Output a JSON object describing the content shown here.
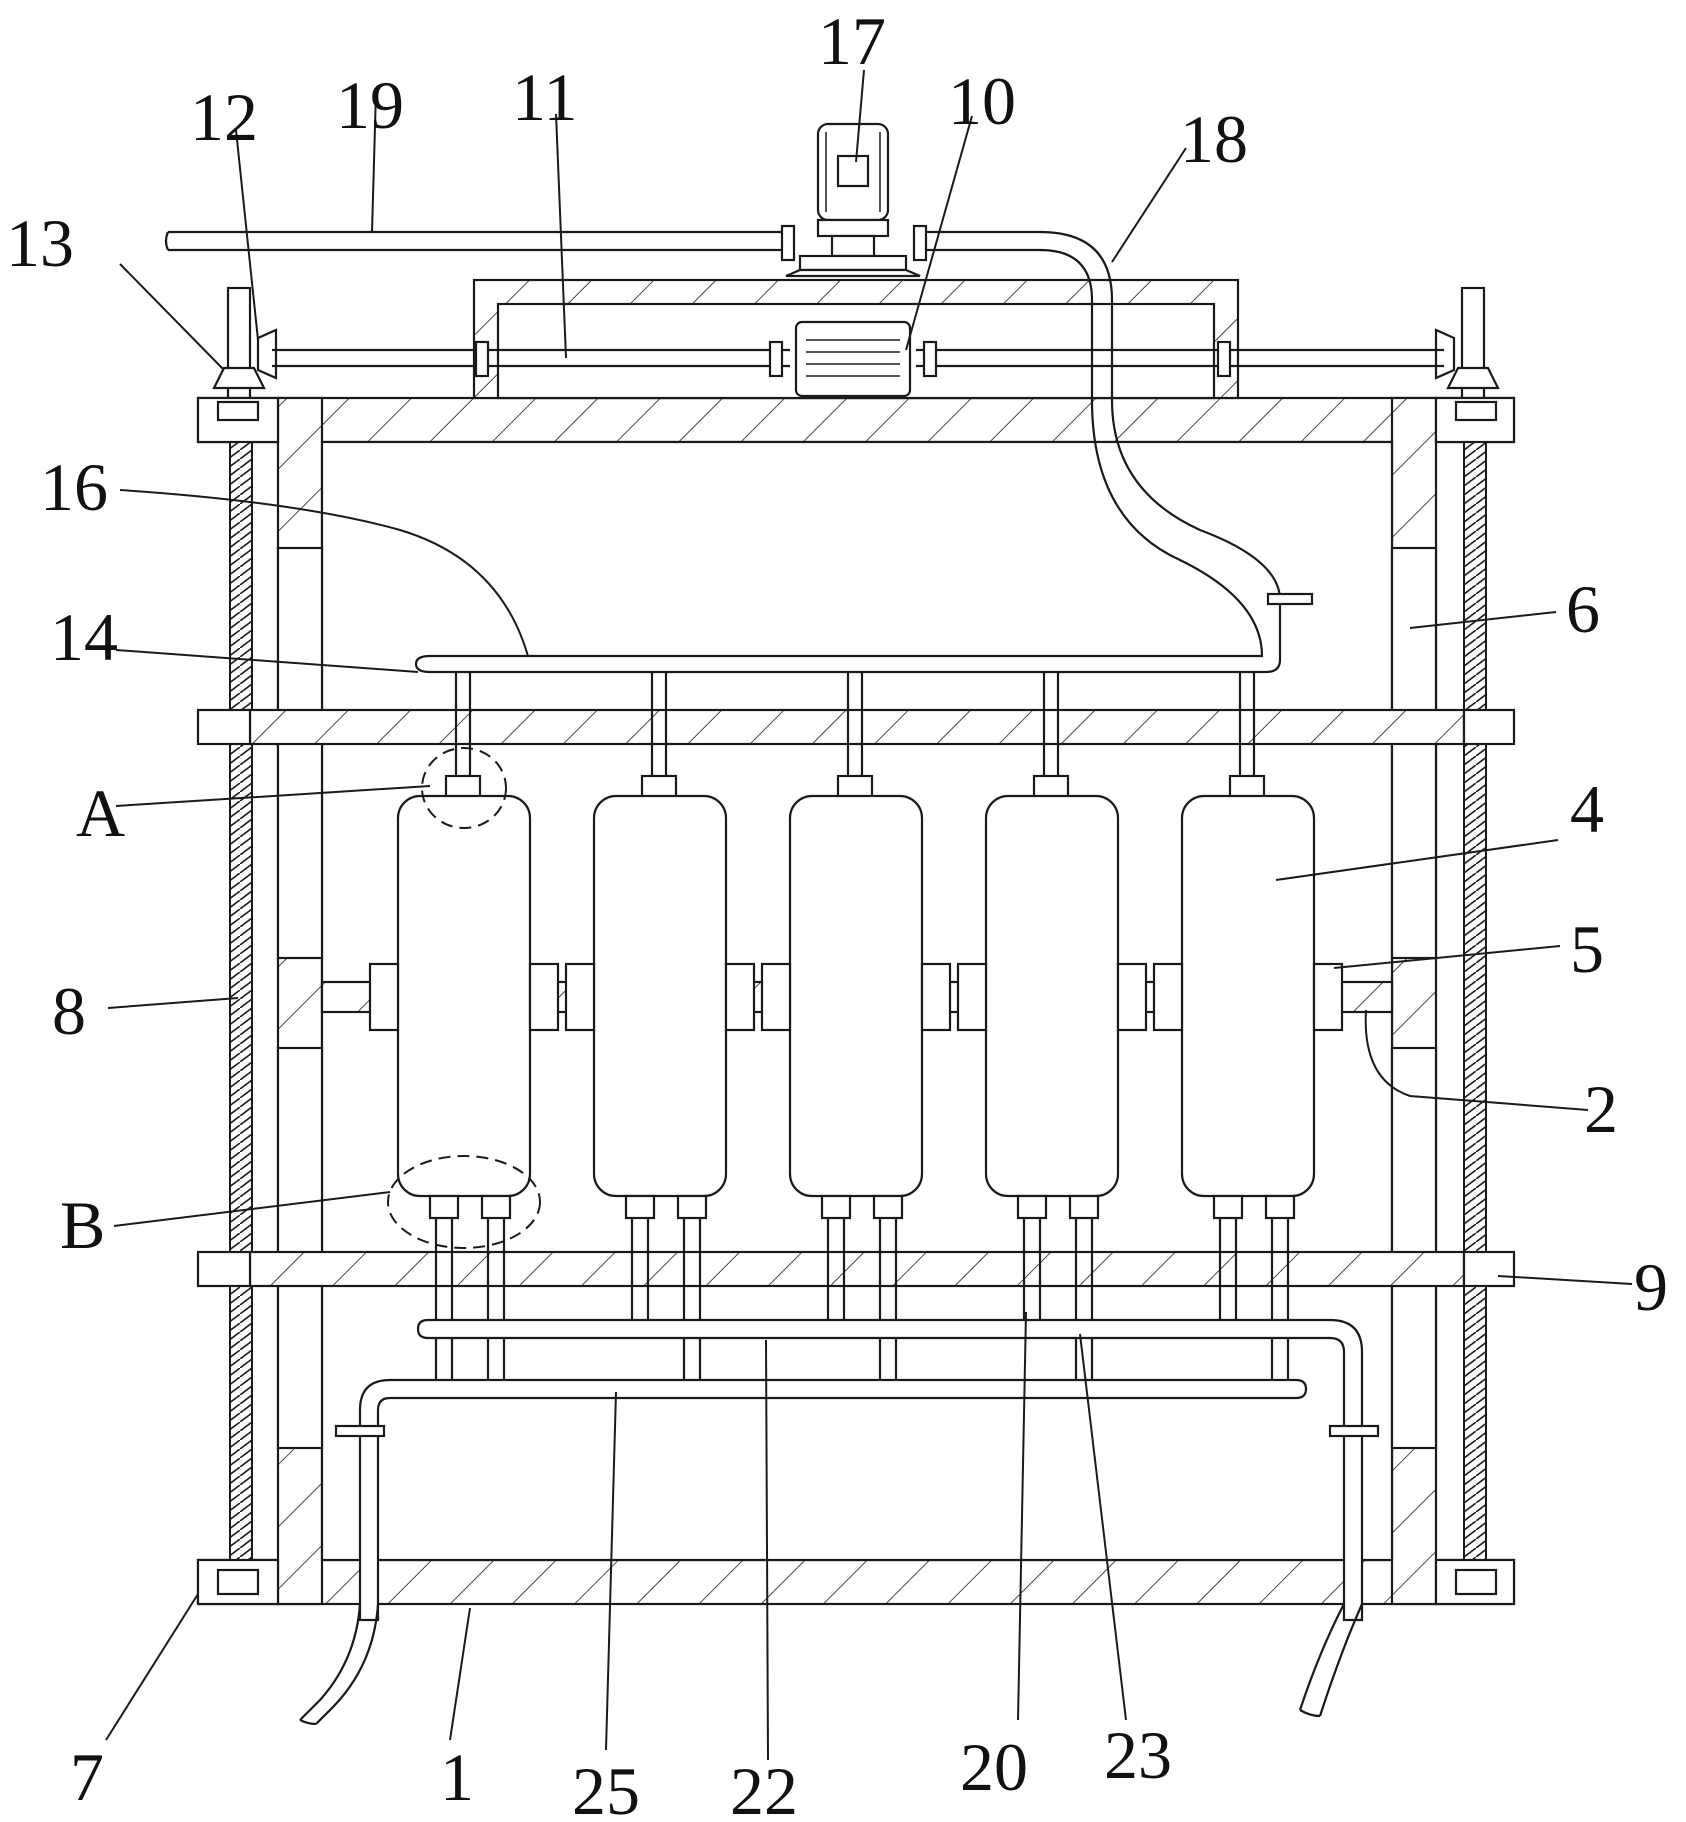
{
  "labels": {
    "l1": "1",
    "l2": "2",
    "l4": "4",
    "l5": "5",
    "l6": "6",
    "l7": "7",
    "l8": "8",
    "l9": "9",
    "l10": "10",
    "l11": "11",
    "l12": "12",
    "l13": "13",
    "l14": "14",
    "l16": "16",
    "l17": "17",
    "l18": "18",
    "l19": "19",
    "l20": "20",
    "l22": "22",
    "l23": "23",
    "l25": "25",
    "lA": "A",
    "lB": "B"
  },
  "colors": {
    "line": "#1a1a1a",
    "background": "#ffffff"
  }
}
